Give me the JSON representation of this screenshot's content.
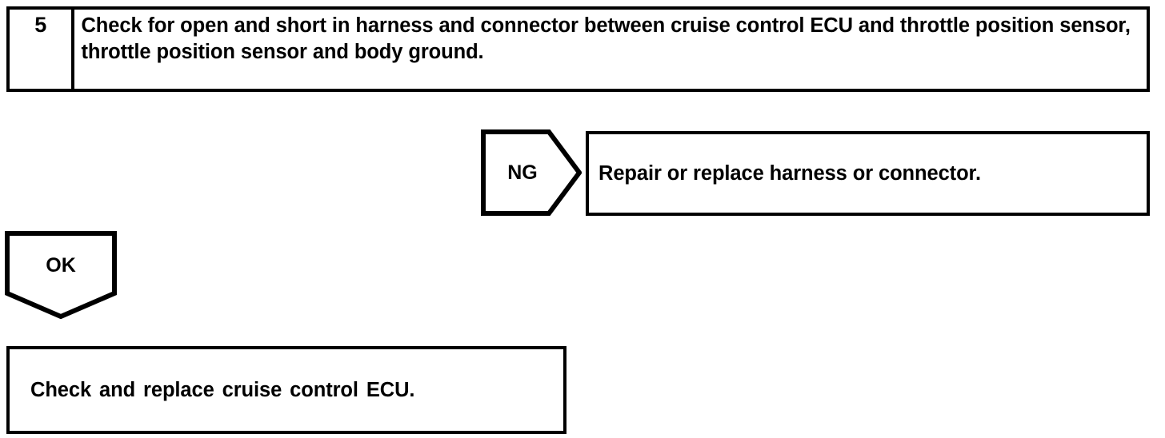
{
  "diagram": {
    "type": "troubleshooting-flowchart",
    "line_color": "#000000",
    "background_color": "#ffffff",
    "step": {
      "number": "5",
      "instruction": "Check for open and short in harness and connector between cruise control ECU and throttle position sensor, throttle position sensor and body ground."
    },
    "branches": {
      "ng": {
        "tag_label": "NG",
        "tag_shape": "right-arrow-pentagon",
        "result_text": "Repair or replace harness or connector."
      },
      "ok": {
        "tag_label": "OK",
        "tag_shape": "down-arrow-pentagon",
        "result_text": "Check and replace cruise control ECU."
      }
    }
  }
}
